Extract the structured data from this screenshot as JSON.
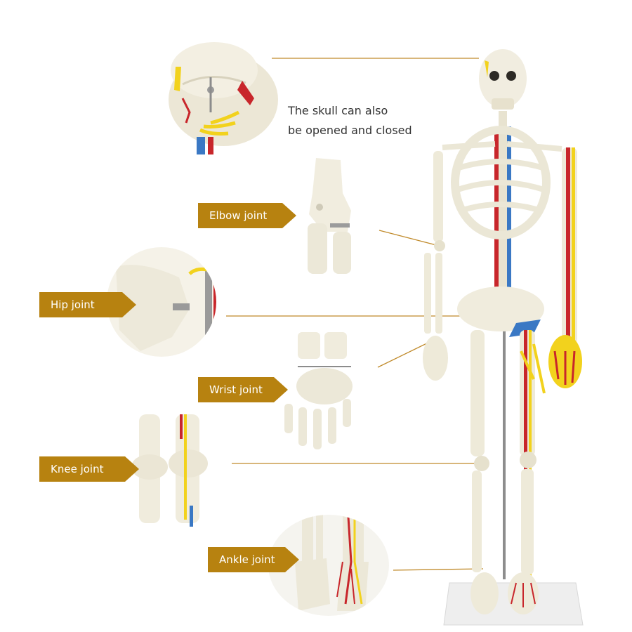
{
  "labels": {
    "elbow": "Elbow joint",
    "hip": "Hip joint",
    "wrist": "Wrist joint",
    "knee": "Knee joint",
    "ankle": "Ankle joint"
  },
  "skull_note": {
    "line1": "The skull can also",
    "line2": "be opened and closed"
  },
  "colors": {
    "label_bg": "#b78210",
    "leader": "#c08a2a",
    "bone": "#efebdc",
    "artery": "#c8262b",
    "vein": "#3a78c4",
    "nerve": "#f2d21d"
  }
}
